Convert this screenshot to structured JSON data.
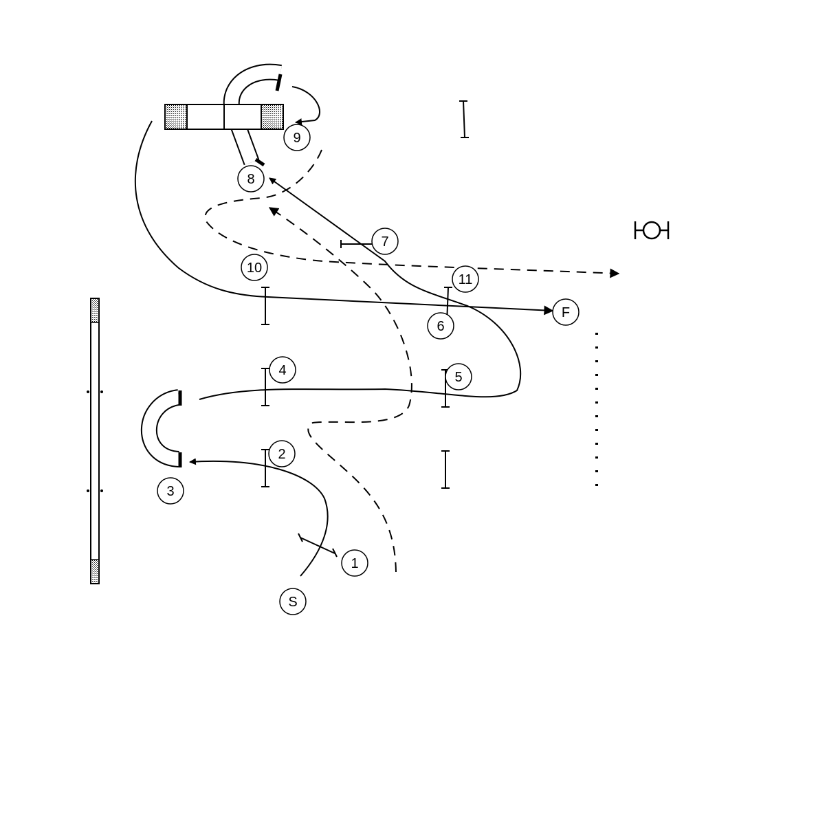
{
  "course": {
    "markers": {
      "start": "S",
      "finish": "F",
      "n1": "1",
      "n2": "2",
      "n3": "3",
      "n4": "4",
      "n5": "5",
      "n6": "6",
      "n7": "7",
      "n8": "8",
      "n9": "9",
      "n10": "10",
      "n11": "11"
    },
    "judge_symbol": "Ю",
    "colors": {
      "line": "#000000",
      "stipple": "#c8c8c8"
    },
    "icons": [
      "jump-bar-icon",
      "tunnel-icon",
      "dogwalk-icon",
      "a-frame-icon",
      "judge-icon"
    ]
  }
}
